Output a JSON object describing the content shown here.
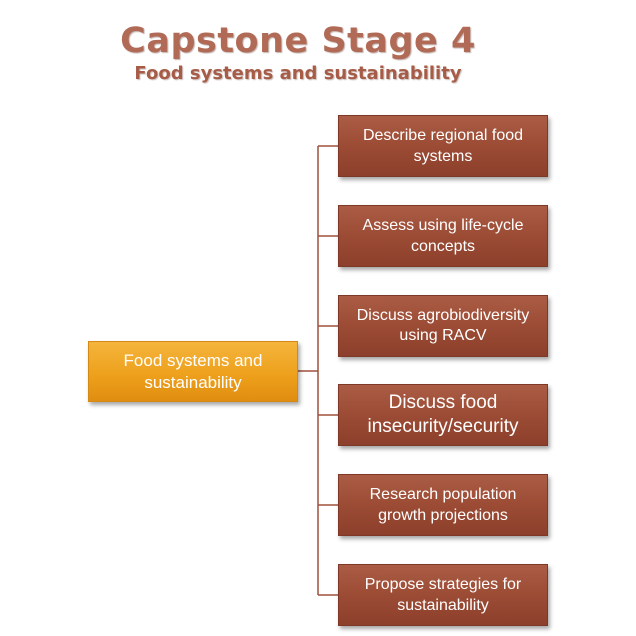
{
  "header": {
    "title": "Capstone Stage 4",
    "subtitle": "Food systems and sustainability"
  },
  "diagram": {
    "root": {
      "label": "Food systems and sustainability"
    },
    "children": [
      {
        "label": "Describe regional food systems"
      },
      {
        "label": "Assess using life-cycle concepts"
      },
      {
        "label": "Discuss agrobiodiversity using RACV"
      },
      {
        "label": "Discuss food insecurity/security"
      },
      {
        "label": "Research population growth projections"
      },
      {
        "label": "Propose strategies for sustainability"
      }
    ]
  },
  "colors": {
    "title": "#b06a55",
    "root_fill": "#eea11c",
    "child_fill": "#9c4c35",
    "connector": "#a0513b"
  }
}
